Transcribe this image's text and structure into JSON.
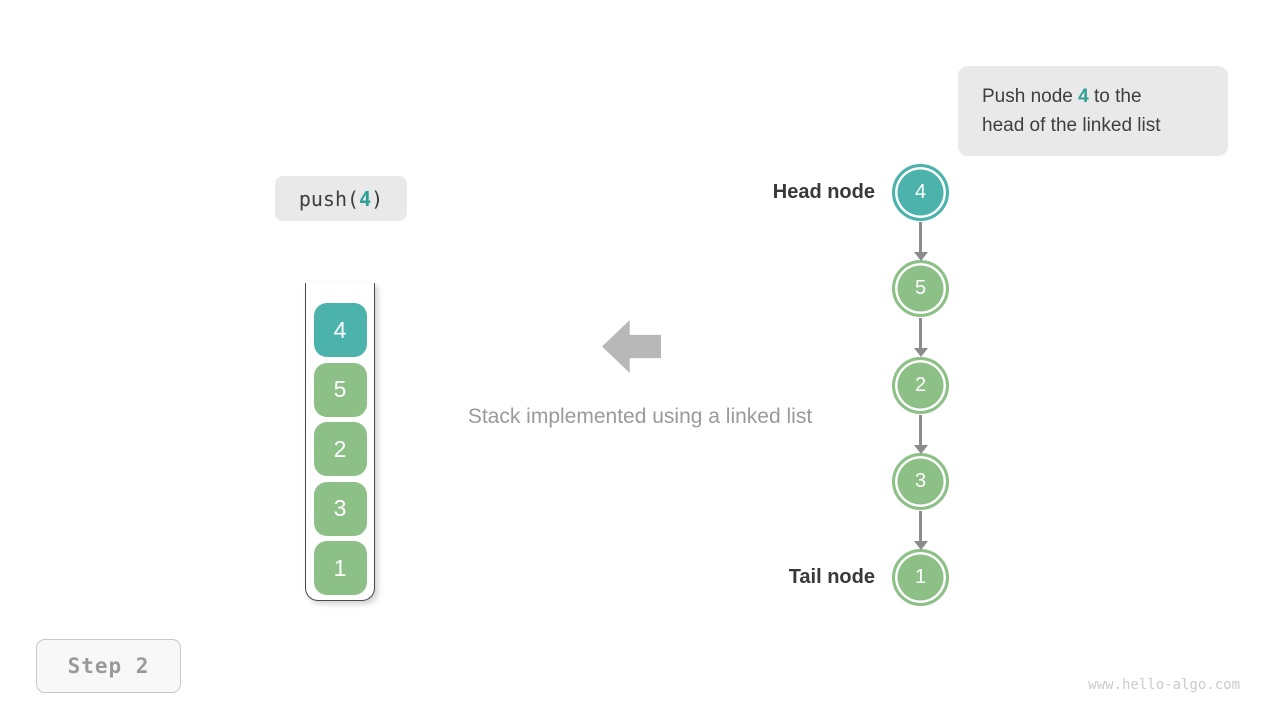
{
  "palette": {
    "teal": "#4cb3ac",
    "green": "#8cc087",
    "teal_text": "#2f9e96",
    "dark_text": "#3e3e3e",
    "label_text": "#383838",
    "gray_text": "#9a9a9a",
    "block_arrow_gray": "#b8b8b8",
    "link_arrow_gray": "#8c8c8c",
    "bubble_bg": "#e9e9e9"
  },
  "annotation": {
    "line1_pre": "Push node ",
    "line1_em": "4",
    "line1_post": " to the",
    "line2": "head of the linked list"
  },
  "operation": {
    "prefix": "push(",
    "value": "4",
    "suffix": ")"
  },
  "stack": {
    "items": [
      {
        "value": "4",
        "highlight": true
      },
      {
        "value": "5",
        "highlight": false
      },
      {
        "value": "2",
        "highlight": false
      },
      {
        "value": "3",
        "highlight": false
      },
      {
        "value": "1",
        "highlight": false
      }
    ]
  },
  "caption": "Stack implemented using a linked list",
  "linked_list": {
    "head_label": "Head node",
    "tail_label": "Tail node",
    "nodes": [
      {
        "value": "4",
        "highlight": true
      },
      {
        "value": "5",
        "highlight": false
      },
      {
        "value": "2",
        "highlight": false
      },
      {
        "value": "3",
        "highlight": false
      },
      {
        "value": "1",
        "highlight": false
      }
    ]
  },
  "step_label": "Step 2",
  "watermark": "www.hello-algo.com"
}
